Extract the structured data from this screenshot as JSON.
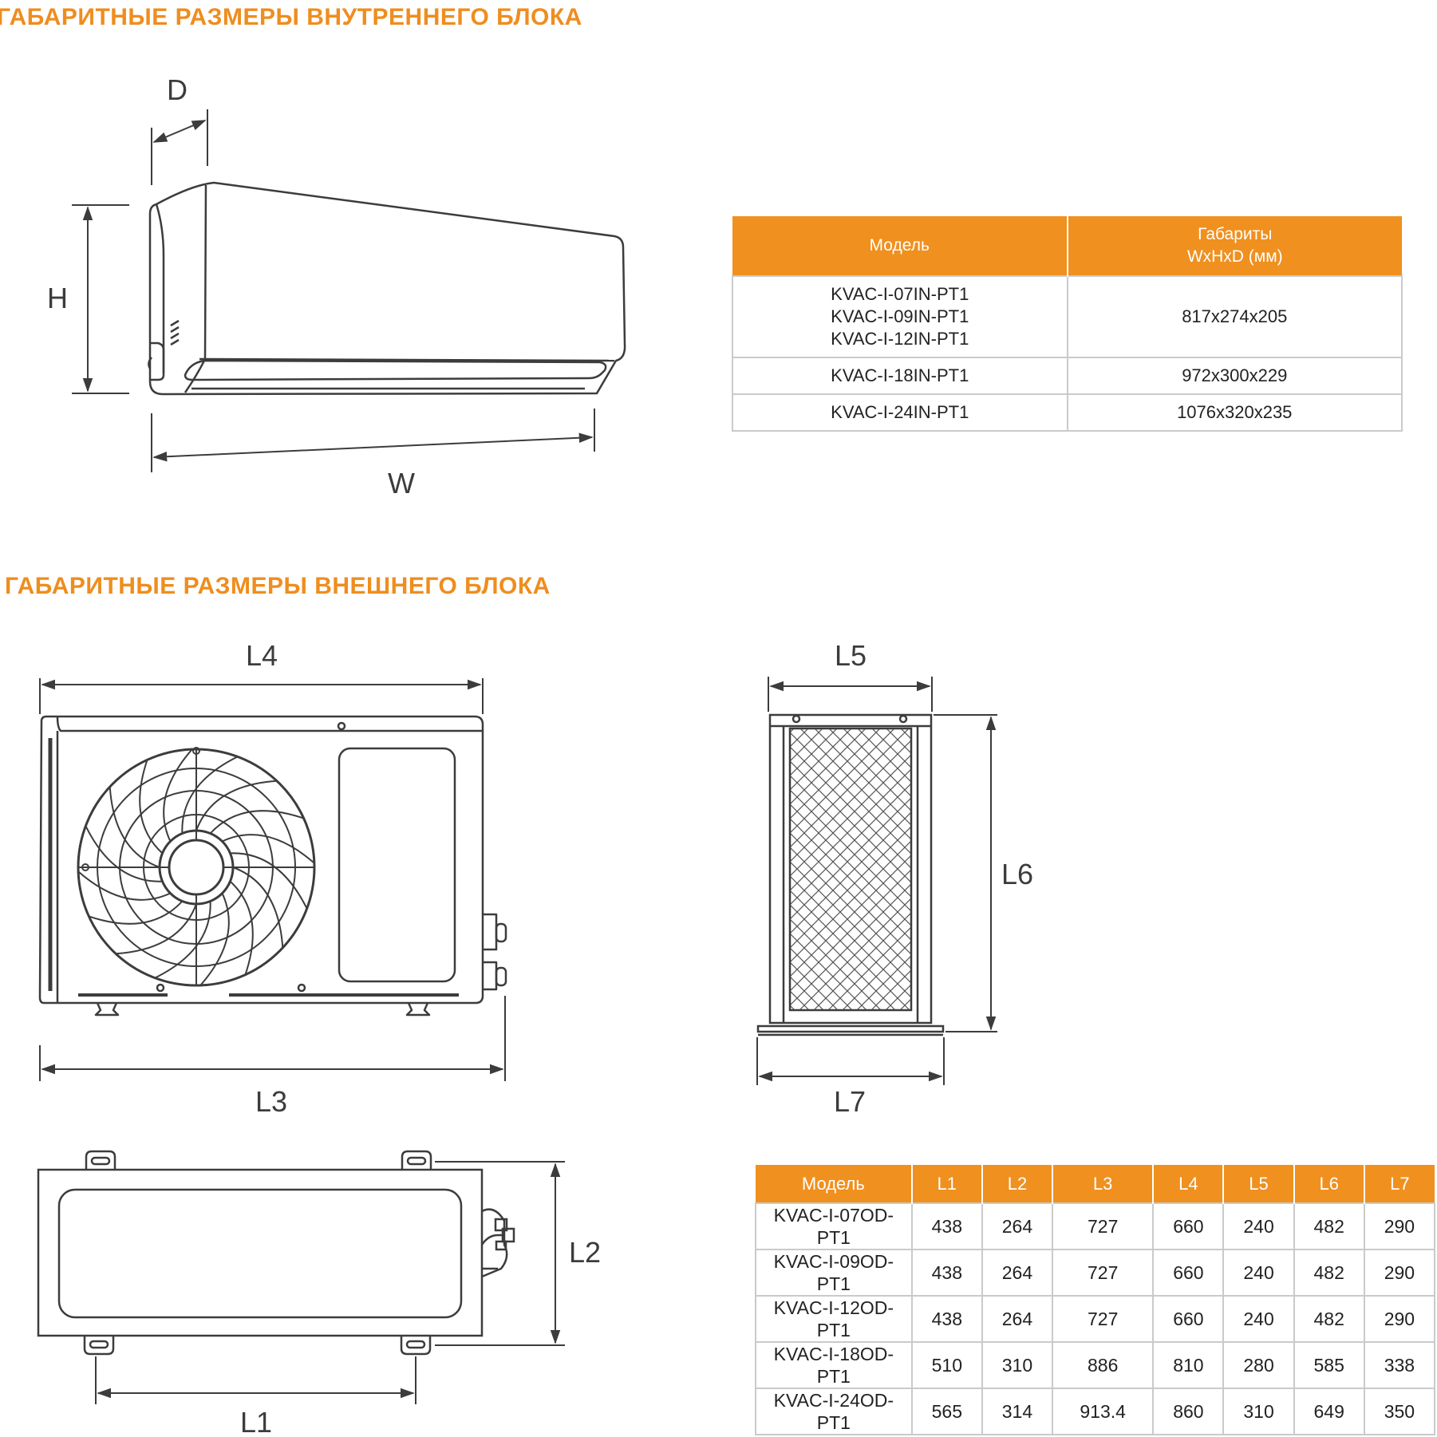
{
  "indoor": {
    "heading": "ГАБАРИТНЫЕ РАЗМЕРЫ ВНУТРЕННЕГО БЛОКА",
    "dim_labels": {
      "D": "D",
      "H": "H",
      "W": "W"
    },
    "table": {
      "headers": [
        "Модель",
        "Габариты\nWxHxD (мм)"
      ],
      "rows": [
        {
          "models": "KVAC-I-07IN-PT1\nKVAC-I-09IN-PT1\nKVAC-I-12IN-PT1",
          "size": "817x274x205"
        },
        {
          "models": "KVAC-I-18IN-PT1",
          "size": "972x300x229"
        },
        {
          "models": "KVAC-I-24IN-PT1",
          "size": "1076x320x235"
        }
      ]
    }
  },
  "outdoor": {
    "heading": "ГАБАРИТНЫЕ РАЗМЕРЫ ВНЕШНЕГО БЛОКА",
    "dim_labels": {
      "L1": "L1",
      "L2": "L2",
      "L3": "L3",
      "L4": "L4",
      "L5": "L5",
      "L6": "L6",
      "L7": "L7"
    },
    "table": {
      "headers": [
        "Модель",
        "L1",
        "L2",
        "L3",
        "L4",
        "L5",
        "L6",
        "L7"
      ],
      "rows": [
        [
          "KVAC-I-07OD-PT1",
          "438",
          "264",
          "727",
          "660",
          "240",
          "482",
          "290"
        ],
        [
          "KVAC-I-09OD-PT1",
          "438",
          "264",
          "727",
          "660",
          "240",
          "482",
          "290"
        ],
        [
          "KVAC-I-12OD-PT1",
          "438",
          "264",
          "727",
          "660",
          "240",
          "482",
          "290"
        ],
        [
          "KVAC-I-18OD-PT1",
          "510",
          "310",
          "886",
          "810",
          "280",
          "585",
          "338"
        ],
        [
          "KVAC-I-24OD-PT1",
          "565",
          "314",
          "913.4",
          "860",
          "310",
          "649",
          "350"
        ]
      ]
    }
  },
  "colors": {
    "accent": "#f0901f",
    "heading": "#ef8d1e",
    "line": "#3c3c3c",
    "border": "#c9cacb"
  }
}
